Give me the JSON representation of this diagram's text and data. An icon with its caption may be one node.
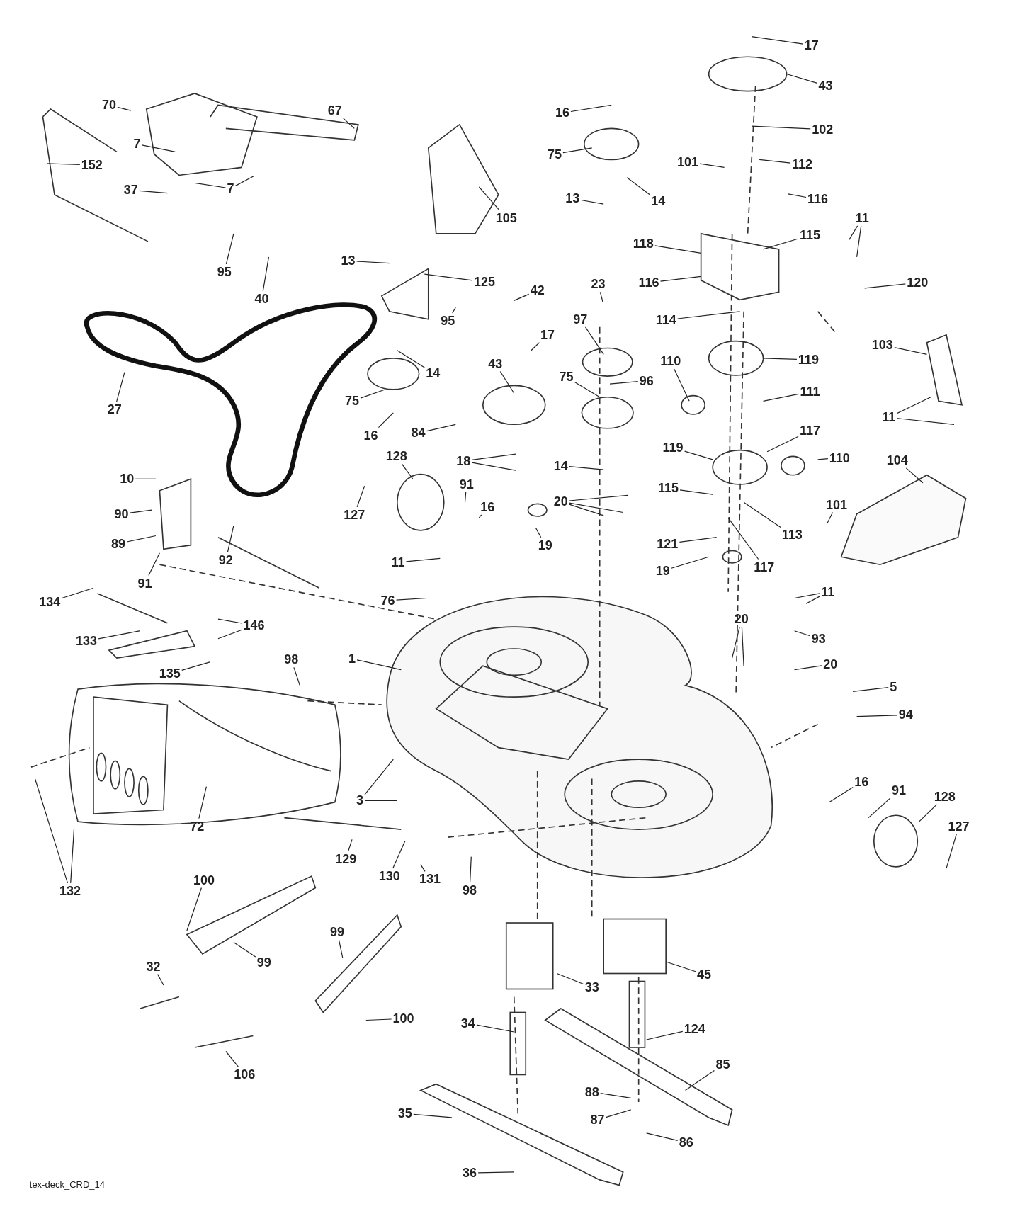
{
  "diagram": {
    "nodes": [
      {
        "text": [
          "17"
        ]
      },
      {
        "text": [
          "43"
        ]
      },
      {
        "text": [
          "16"
        ]
      },
      {
        "text": [
          "75"
        ]
      },
      {
        "text": [
          "102"
        ]
      },
      {
        "text": [
          "101"
        ]
      },
      {
        "text": [
          "112"
        ]
      },
      {
        "text": [
          "13"
        ]
      },
      {
        "text": [
          "14"
        ]
      },
      {
        "text": [
          "116"
        ]
      },
      {
        "text": [
          "105"
        ]
      },
      {
        "text": [
          "70"
        ]
      },
      {
        "text": [
          "67"
        ]
      },
      {
        "text": [
          "7"
        ]
      },
      {
        "text": [
          "152"
        ]
      },
      {
        "text": [
          "37"
        ]
      },
      {
        "text": [
          "7"
        ]
      },
      {
        "text": [
          "11"
        ]
      },
      {
        "text": [
          "118"
        ]
      },
      {
        "text": [
          "115"
        ]
      },
      {
        "text": [
          "120"
        ]
      },
      {
        "text": [
          "116"
        ]
      },
      {
        "text": [
          "13"
        ]
      },
      {
        "text": [
          "125"
        ]
      },
      {
        "text": [
          "95"
        ]
      },
      {
        "text": [
          "40"
        ]
      },
      {
        "text": [
          "42"
        ]
      },
      {
        "text": [
          "95"
        ]
      },
      {
        "text": [
          "23"
        ]
      },
      {
        "text": [
          "114"
        ]
      },
      {
        "text": [
          "103"
        ]
      },
      {
        "text": [
          "27"
        ]
      },
      {
        "text": [
          "14"
        ]
      },
      {
        "text": [
          "97"
        ]
      },
      {
        "text": [
          "17"
        ]
      },
      {
        "text": [
          "110"
        ]
      },
      {
        "text": [
          "119"
        ]
      },
      {
        "text": [
          "43"
        ]
      },
      {
        "text": [
          "75"
        ]
      },
      {
        "text": [
          "75"
        ]
      },
      {
        "text": [
          "96"
        ]
      },
      {
        "text": [
          "111"
        ]
      },
      {
        "text": [
          "11"
        ]
      },
      {
        "text": [
          "16"
        ]
      },
      {
        "text": [
          "84"
        ]
      },
      {
        "text": [
          "18"
        ]
      },
      {
        "text": [
          "14"
        ]
      },
      {
        "text": [
          "117"
        ]
      },
      {
        "text": [
          "119"
        ]
      },
      {
        "text": [
          "110"
        ]
      },
      {
        "text": [
          "104"
        ]
      },
      {
        "text": [
          "10"
        ]
      },
      {
        "text": [
          "128"
        ]
      },
      {
        "text": [
          "127"
        ]
      },
      {
        "text": [
          "91"
        ]
      },
      {
        "text": [
          "16"
        ]
      },
      {
        "text": [
          "20"
        ]
      },
      {
        "text": [
          "115"
        ]
      },
      {
        "text": [
          "101"
        ]
      },
      {
        "text": [
          "90"
        ]
      },
      {
        "text": [
          "89"
        ]
      },
      {
        "text": [
          "19"
        ]
      },
      {
        "text": [
          "113"
        ]
      },
      {
        "text": [
          "121"
        ]
      },
      {
        "text": [
          "117"
        ]
      },
      {
        "text": [
          "19"
        ]
      },
      {
        "text": [
          "92"
        ]
      },
      {
        "text": [
          "91"
        ]
      },
      {
        "text": [
          "11"
        ]
      },
      {
        "text": [
          "76"
        ]
      },
      {
        "text": [
          "11"
        ]
      },
      {
        "text": [
          "134"
        ]
      },
      {
        "text": [
          "146"
        ]
      },
      {
        "text": [
          "133"
        ]
      },
      {
        "text": [
          "20"
        ]
      },
      {
        "text": [
          "93"
        ]
      },
      {
        "text": [
          "135"
        ]
      },
      {
        "text": [
          "98"
        ]
      },
      {
        "text": [
          "1"
        ]
      },
      {
        "text": [
          "20"
        ]
      },
      {
        "text": [
          "5"
        ]
      },
      {
        "text": [
          "94"
        ]
      },
      {
        "text": [
          "3"
        ]
      },
      {
        "text": [
          "72"
        ]
      },
      {
        "text": [
          "16"
        ]
      },
      {
        "text": [
          "91"
        ]
      },
      {
        "text": [
          "128"
        ]
      },
      {
        "text": [
          "127"
        ]
      },
      {
        "text": [
          "132"
        ]
      },
      {
        "text": [
          "129"
        ]
      },
      {
        "text": [
          "130"
        ]
      },
      {
        "text": [
          "131"
        ]
      },
      {
        "text": [
          "98"
        ]
      },
      {
        "text": [
          "100"
        ]
      },
      {
        "text": [
          "99"
        ]
      },
      {
        "text": [
          "99"
        ]
      },
      {
        "text": [
          "32"
        ]
      },
      {
        "text": [
          "33"
        ]
      },
      {
        "text": [
          "45"
        ]
      },
      {
        "text": [
          "100"
        ]
      },
      {
        "text": [
          "34"
        ]
      },
      {
        "text": [
          "124"
        ]
      },
      {
        "text": [
          "106"
        ]
      },
      {
        "text": [
          "85"
        ]
      },
      {
        "text": [
          "88"
        ]
      },
      {
        "text": [
          "87"
        ]
      },
      {
        "text": [
          "35"
        ]
      },
      {
        "text": [
          "86"
        ]
      },
      {
        "text": [
          "36"
        ]
      }
    ],
    "edges": [
      {
        "from": 0,
        "to": null,
        "arrow": "none"
      },
      {
        "from": 1,
        "to": null,
        "arrow": "none"
      },
      {
        "from": 2,
        "to": null,
        "arrow": "none"
      },
      {
        "from": 3,
        "to": null,
        "arrow": "none"
      },
      {
        "from": 4,
        "to": null,
        "arrow": "none"
      },
      {
        "from": 5,
        "to": null,
        "arrow": "none"
      },
      {
        "from": 6,
        "to": null,
        "arrow": "none"
      },
      {
        "from": 7,
        "to": null,
        "arrow": "none"
      },
      {
        "from": 8,
        "to": null,
        "arrow": "none"
      },
      {
        "from": 9,
        "to": null,
        "arrow": "none"
      },
      {
        "from": 10,
        "to": null,
        "arrow": "none"
      },
      {
        "from": 11,
        "to": null,
        "arrow": "none"
      },
      {
        "from": 12,
        "to": null,
        "arrow": "none"
      },
      {
        "from": 13,
        "to": null,
        "arrow": "none"
      },
      {
        "from": 14,
        "to": null,
        "arrow": "none"
      },
      {
        "from": 15,
        "to": null,
        "arrow": "none"
      },
      {
        "from": 16,
        "to": null,
        "arrow": "none"
      },
      {
        "from": 16,
        "to": null,
        "arrow": "none"
      },
      {
        "from": 17,
        "to": null,
        "arrow": "none"
      },
      {
        "from": 17,
        "to": null,
        "arrow": "none"
      },
      {
        "from": 18,
        "to": null,
        "arrow": "none"
      },
      {
        "from": 19,
        "to": null,
        "arrow": "none"
      },
      {
        "from": 20,
        "to": null,
        "arrow": "none"
      },
      {
        "from": 21,
        "to": null,
        "arrow": "none"
      },
      {
        "from": 22,
        "to": null,
        "arrow": "none"
      },
      {
        "from": 23,
        "to": null,
        "arrow": "none"
      },
      {
        "from": 24,
        "to": null,
        "arrow": "none"
      },
      {
        "from": 25,
        "to": null,
        "arrow": "none"
      },
      {
        "from": 26,
        "to": null,
        "arrow": "none"
      },
      {
        "from": 27,
        "to": null,
        "arrow": "none"
      },
      {
        "from": 28,
        "to": null,
        "arrow": "none"
      },
      {
        "from": 29,
        "to": null,
        "arrow": "none"
      },
      {
        "from": 30,
        "to": null,
        "arrow": "none"
      },
      {
        "from": 31,
        "to": null,
        "arrow": "none"
      },
      {
        "from": 32,
        "to": null,
        "arrow": "none"
      },
      {
        "from": 33,
        "to": null,
        "arrow": "none"
      },
      {
        "from": 34,
        "to": null,
        "arrow": "none"
      },
      {
        "from": 35,
        "to": null,
        "arrow": "none"
      },
      {
        "from": 36,
        "to": null,
        "arrow": "none"
      },
      {
        "from": 37,
        "to": null,
        "arrow": "none"
      },
      {
        "from": 38,
        "to": null,
        "arrow": "none"
      },
      {
        "from": 39,
        "to": null,
        "arrow": "none"
      },
      {
        "from": 40,
        "to": null,
        "arrow": "none"
      },
      {
        "from": 41,
        "to": null,
        "arrow": "none"
      },
      {
        "from": 42,
        "to": null,
        "arrow": "none"
      },
      {
        "from": 42,
        "to": null,
        "arrow": "none"
      },
      {
        "from": 43,
        "to": null,
        "arrow": "none"
      },
      {
        "from": 44,
        "to": null,
        "arrow": "none"
      },
      {
        "from": 45,
        "to": null,
        "arrow": "none"
      },
      {
        "from": 45,
        "to": null,
        "arrow": "none"
      },
      {
        "from": 46,
        "to": null,
        "arrow": "none"
      },
      {
        "from": 47,
        "to": null,
        "arrow": "none"
      },
      {
        "from": 48,
        "to": null,
        "arrow": "none"
      },
      {
        "from": 49,
        "to": null,
        "arrow": "none"
      },
      {
        "from": 50,
        "to": null,
        "arrow": "none"
      },
      {
        "from": 51,
        "to": null,
        "arrow": "none"
      },
      {
        "from": 52,
        "to": null,
        "arrow": "none"
      },
      {
        "from": 53,
        "to": null,
        "arrow": "none"
      },
      {
        "from": 54,
        "to": null,
        "arrow": "none"
      },
      {
        "from": 55,
        "to": null,
        "arrow": "none"
      },
      {
        "from": 56,
        "to": null,
        "arrow": "none"
      },
      {
        "from": 56,
        "to": null,
        "arrow": "none"
      },
      {
        "from": 56,
        "to": null,
        "arrow": "none"
      },
      {
        "from": 57,
        "to": null,
        "arrow": "none"
      },
      {
        "from": 58,
        "to": null,
        "arrow": "none"
      },
      {
        "from": 59,
        "to": null,
        "arrow": "none"
      },
      {
        "from": 60,
        "to": null,
        "arrow": "none"
      },
      {
        "from": 61,
        "to": null,
        "arrow": "none"
      },
      {
        "from": 62,
        "to": null,
        "arrow": "none"
      },
      {
        "from": 63,
        "to": null,
        "arrow": "none"
      },
      {
        "from": 64,
        "to": null,
        "arrow": "none"
      },
      {
        "from": 65,
        "to": null,
        "arrow": "none"
      },
      {
        "from": 66,
        "to": null,
        "arrow": "none"
      },
      {
        "from": 67,
        "to": null,
        "arrow": "none"
      },
      {
        "from": 68,
        "to": null,
        "arrow": "none"
      },
      {
        "from": 69,
        "to": null,
        "arrow": "none"
      },
      {
        "from": 70,
        "to": null,
        "arrow": "none"
      },
      {
        "from": 70,
        "to": null,
        "arrow": "none"
      },
      {
        "from": 71,
        "to": null,
        "arrow": "none"
      },
      {
        "from": 72,
        "to": null,
        "arrow": "none"
      },
      {
        "from": 72,
        "to": null,
        "arrow": "none"
      },
      {
        "from": 73,
        "to": null,
        "arrow": "none"
      },
      {
        "from": 74,
        "to": null,
        "arrow": "none"
      },
      {
        "from": 74,
        "to": null,
        "arrow": "none"
      },
      {
        "from": 75,
        "to": null,
        "arrow": "none"
      },
      {
        "from": 76,
        "to": null,
        "arrow": "none"
      },
      {
        "from": 77,
        "to": null,
        "arrow": "none"
      },
      {
        "from": 78,
        "to": null,
        "arrow": "none"
      },
      {
        "from": 79,
        "to": null,
        "arrow": "none"
      },
      {
        "from": 80,
        "to": null,
        "arrow": "none"
      },
      {
        "from": 81,
        "to": null,
        "arrow": "none"
      },
      {
        "from": 82,
        "to": null,
        "arrow": "none"
      },
      {
        "from": 82,
        "to": null,
        "arrow": "none"
      },
      {
        "from": 83,
        "to": null,
        "arrow": "none"
      },
      {
        "from": 84,
        "to": null,
        "arrow": "none"
      },
      {
        "from": 85,
        "to": null,
        "arrow": "none"
      },
      {
        "from": 86,
        "to": null,
        "arrow": "none"
      },
      {
        "from": 87,
        "to": null,
        "arrow": "none"
      },
      {
        "from": 88,
        "to": null,
        "arrow": "none"
      },
      {
        "from": 88,
        "to": null,
        "arrow": "none"
      },
      {
        "from": 89,
        "to": null,
        "arrow": "none"
      },
      {
        "from": 90,
        "to": null,
        "arrow": "none"
      },
      {
        "from": 91,
        "to": null,
        "arrow": "none"
      },
      {
        "from": 92,
        "to": null,
        "arrow": "none"
      },
      {
        "from": 93,
        "to": null,
        "arrow": "none"
      },
      {
        "from": 94,
        "to": null,
        "arrow": "none"
      },
      {
        "from": 95,
        "to": null,
        "arrow": "none"
      },
      {
        "from": 96,
        "to": null,
        "arrow": "none"
      },
      {
        "from": 97,
        "to": null,
        "arrow": "none"
      },
      {
        "from": 98,
        "to": null,
        "arrow": "none"
      },
      {
        "from": 99,
        "to": null,
        "arrow": "none"
      },
      {
        "from": 100,
        "to": null,
        "arrow": "none"
      },
      {
        "from": 101,
        "to": null,
        "arrow": "none"
      },
      {
        "from": 102,
        "to": null,
        "arrow": "none"
      },
      {
        "from": 103,
        "to": null,
        "arrow": "none"
      },
      {
        "from": 104,
        "to": null,
        "arrow": "none"
      },
      {
        "from": 105,
        "to": null,
        "arrow": "none"
      },
      {
        "from": 106,
        "to": null,
        "arrow": "none"
      },
      {
        "from": 107,
        "to": null,
        "arrow": "none"
      },
      {
        "from": 108,
        "to": null,
        "arrow": "none"
      }
    ],
    "labels": [
      "tex-deck_CRD_14"
    ]
  }
}
